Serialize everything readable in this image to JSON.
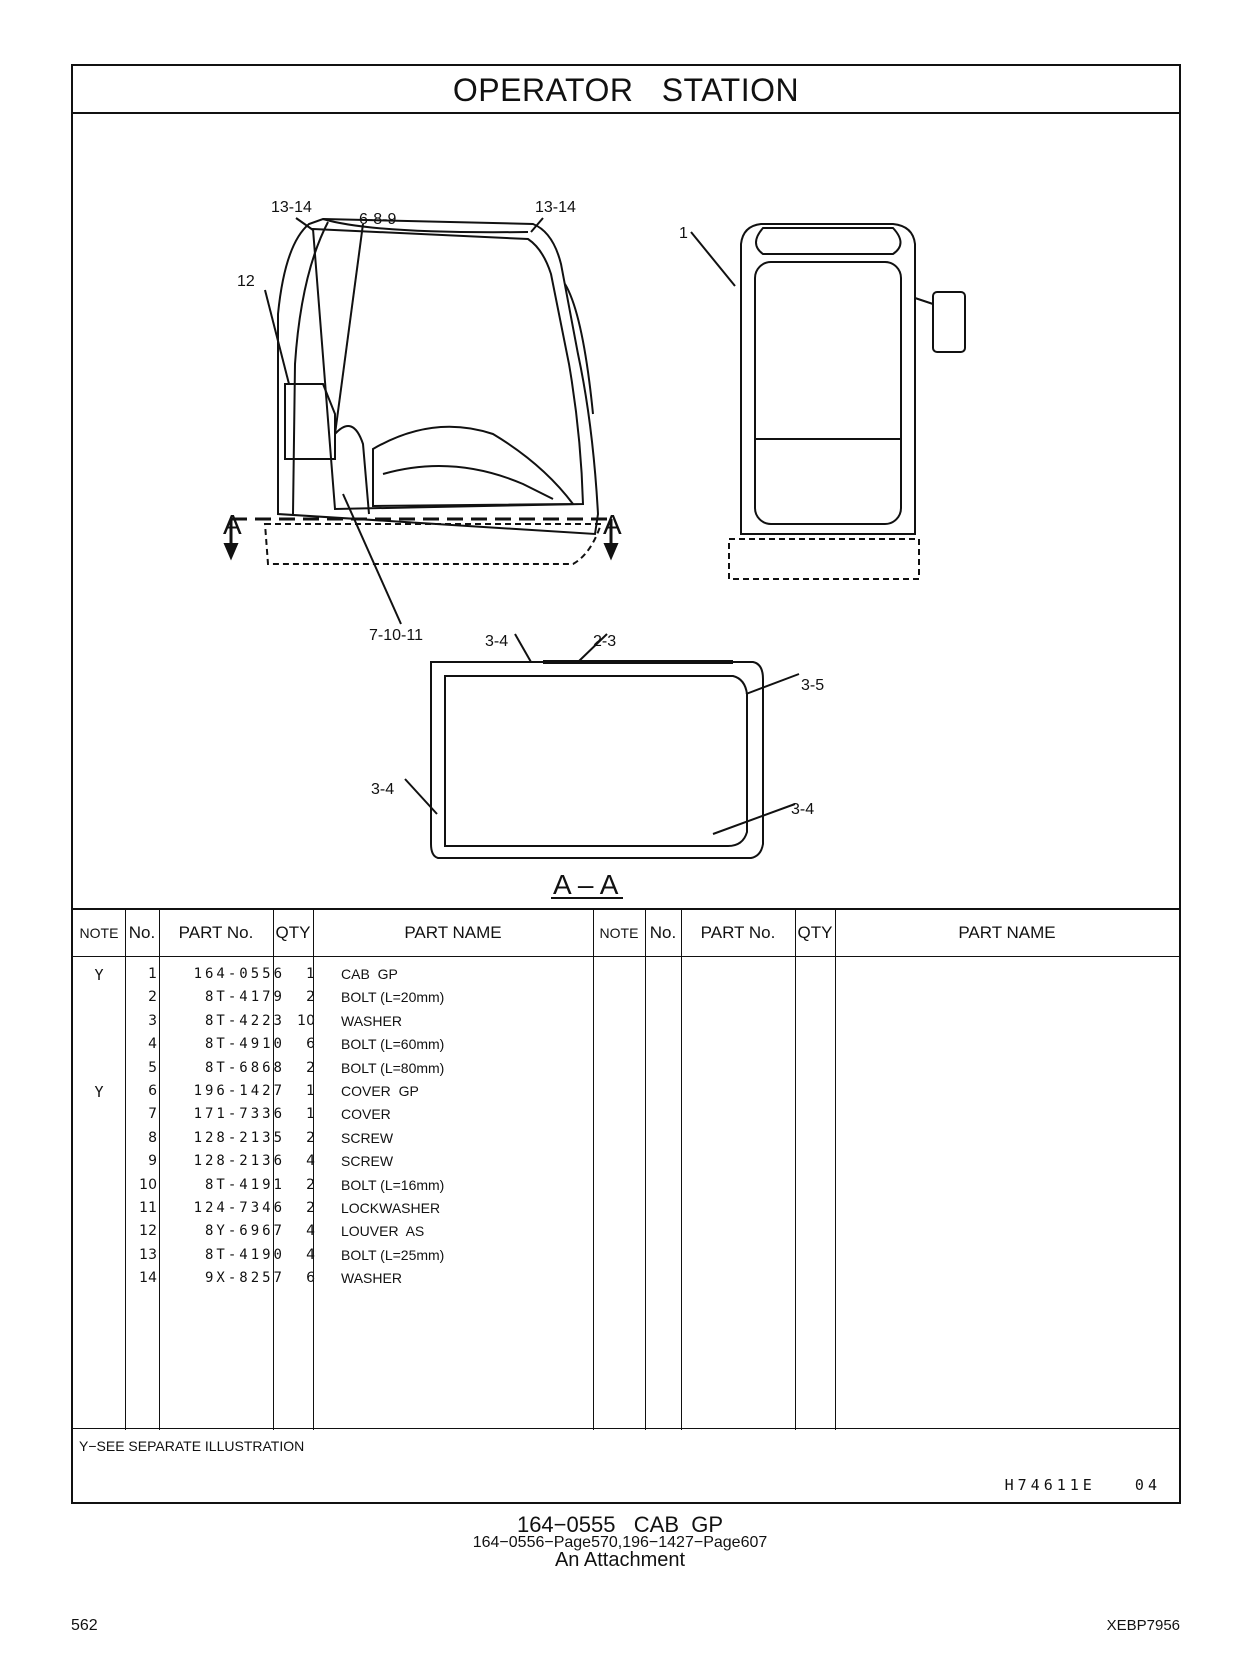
{
  "title": "OPERATOR   STATION",
  "callouts": {
    "c1314a": "13-14",
    "c689": "6-8-9",
    "c1314b": "13-14",
    "c12": "12",
    "c1": "1",
    "a_left": "A",
    "a_right": "A",
    "c71011": "7-10-11",
    "c34top": "3-4",
    "c23": "2-3",
    "c35": "3-5",
    "c34left": "3-4",
    "c34right": "3-4",
    "section": "A – A"
  },
  "table": {
    "headers": {
      "note": "NOTE",
      "no": "No.",
      "part_no": "PART No.",
      "qty": "QTY",
      "part_name": "PART NAME"
    },
    "rows": [
      {
        "note": "Y",
        "no": "1",
        "part_no": "164-0556",
        "qty": "1",
        "name": "CAB  GP"
      },
      {
        "note": "",
        "no": "2",
        "part_no": "8T-4179",
        "qty": "2",
        "name": "BOLT (L=20mm)"
      },
      {
        "note": "",
        "no": "3",
        "part_no": "8T-4223",
        "qty": "10",
        "name": "WASHER"
      },
      {
        "note": "",
        "no": "4",
        "part_no": "8T-4910",
        "qty": "6",
        "name": "BOLT (L=60mm)"
      },
      {
        "note": "",
        "no": "5",
        "part_no": "8T-6868",
        "qty": "2",
        "name": "BOLT (L=80mm)"
      },
      {
        "note": "Y",
        "no": "6",
        "part_no": "196-1427",
        "qty": "1",
        "name": "COVER  GP"
      },
      {
        "note": "",
        "no": "7",
        "part_no": "171-7336",
        "qty": "1",
        "name": "COVER"
      },
      {
        "note": "",
        "no": "8",
        "part_no": "128-2135",
        "qty": "2",
        "name": "SCREW"
      },
      {
        "note": "",
        "no": "9",
        "part_no": "128-2136",
        "qty": "4",
        "name": "SCREW"
      },
      {
        "note": "",
        "no": "10",
        "part_no": "8T-4191",
        "qty": "2",
        "name": "BOLT (L=16mm)"
      },
      {
        "note": "",
        "no": "11",
        "part_no": "124-7346",
        "qty": "2",
        "name": "LOCKWASHER"
      },
      {
        "note": "",
        "no": "12",
        "part_no": "8Y-6967",
        "qty": "4",
        "name": "LOUVER  AS"
      },
      {
        "note": "",
        "no": "13",
        "part_no": "8T-4190",
        "qty": "4",
        "name": "BOLT (L=25mm)"
      },
      {
        "note": "",
        "no": "14",
        "part_no": "9X-8257",
        "qty": "6",
        "name": "WASHER"
      }
    ]
  },
  "footnote": "Y−SEE  SEPARATE  ILLUSTRATION",
  "illustration_code": "H74611E   04",
  "caption": {
    "line1": "164−0555   CAB  GP",
    "line2": "164−0556−Page570,196−1427−Page607",
    "line3": "An Attachment"
  },
  "page_number": "562",
  "doc_id": "XEBP7956"
}
